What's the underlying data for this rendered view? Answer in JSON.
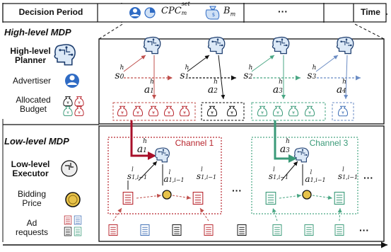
{
  "header": {
    "decision_period": "Decision Period",
    "time": "Time",
    "cpc_label": "CPC",
    "cpc_sub": "m",
    "cpc_sup": "set",
    "budget_label": "B",
    "budget_sub": "m",
    "ellipsis": "···"
  },
  "high_level": {
    "title": "High-level MDP",
    "planner_label": "High-level\nPlanner",
    "advertiser_label": "Advertiser",
    "allocated_budget_label": "Allocated\nBudget",
    "states": [
      {
        "base": "s",
        "sub": "0",
        "sup": "h"
      },
      {
        "base": "s",
        "sub": "1",
        "sup": "h"
      },
      {
        "base": "s",
        "sub": "2",
        "sup": "h"
      },
      {
        "base": "s",
        "sub": "3",
        "sup": "h"
      }
    ],
    "actions": [
      {
        "base": "a",
        "sub": "1",
        "sup": "h"
      },
      {
        "base": "a",
        "sub": "2",
        "sup": "h"
      },
      {
        "base": "a",
        "sub": "3",
        "sup": "h"
      },
      {
        "base": "a",
        "sub": "4",
        "sup": "h"
      }
    ]
  },
  "low_level": {
    "title": "Low-level MDP",
    "executor_label": "Low-level\nExecutor",
    "bidding_price_label": "Bidding\nPrice",
    "ad_requests_label": "Ad\nrequests",
    "channel_1": "Channel 1",
    "channel_3": "Channel 3",
    "channel_1_action": {
      "base": "a",
      "sub": "1",
      "sup": "h"
    },
    "channel_3_action": {
      "base": "a",
      "sub": "3",
      "sup": "h"
    },
    "low_state": {
      "base": "s",
      "sub": "1,i−1",
      "sup": "l"
    },
    "low_action": {
      "base": "a",
      "sub": "1,i−1",
      "sup": "l"
    },
    "ellipsis": "···"
  },
  "colors": {
    "red": "#b8262e",
    "black": "#111111",
    "teal": "#3a9a78",
    "blue": "#3f6fb5",
    "light_teal": "#5fb89a"
  }
}
